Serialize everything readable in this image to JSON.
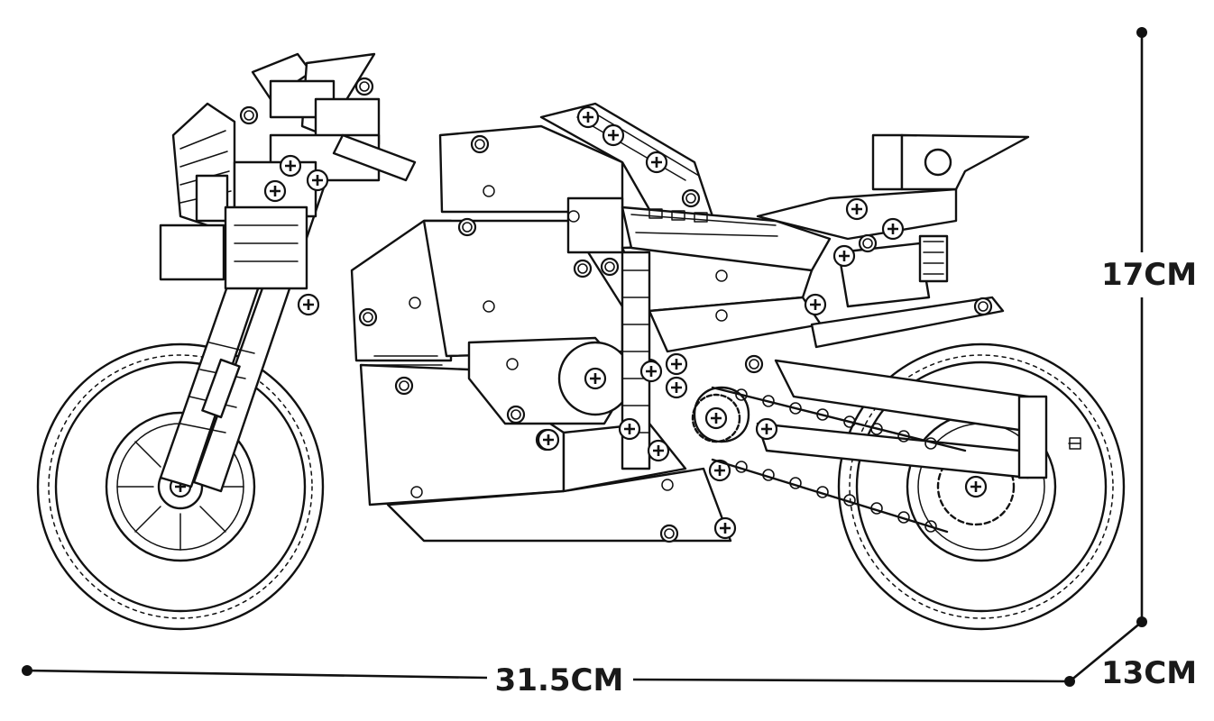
{
  "dimensions": {
    "length": "31.5CM",
    "height": "17CM",
    "width": "13CM"
  },
  "colors": {
    "ink": "#111111",
    "background": "#ffffff"
  }
}
